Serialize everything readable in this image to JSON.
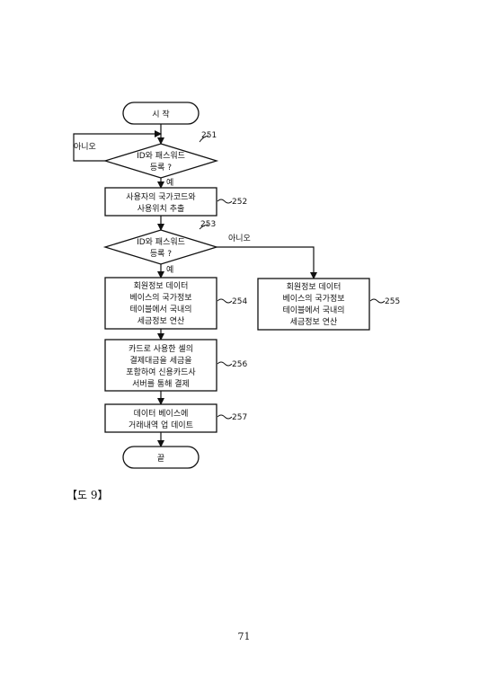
{
  "flowchart": {
    "start": "시 작",
    "end": "끝",
    "decision_251": {
      "lines": [
        "ID와 패스워드",
        "등록 ?"
      ],
      "ref": "251",
      "no_label": "아니오",
      "yes_label": "예"
    },
    "process_252": {
      "lines": [
        "사용자의 국가코드와",
        "사용위치 추출"
      ],
      "ref": "252"
    },
    "decision_253": {
      "lines": [
        "ID와 패스워드",
        "등록 ?"
      ],
      "ref": "253",
      "no_label": "아니오",
      "yes_label": "예"
    },
    "process_254": {
      "lines": [
        "회원정보 데이터",
        "베이스의 국가정보",
        "테이블에서 국내의",
        "세금정보 연산"
      ],
      "ref": "254"
    },
    "process_255": {
      "lines": [
        "회원정보 데이터",
        "베이스의 국가정보",
        "테이블에서 국내의",
        "세금정보 연산"
      ],
      "ref": "255"
    },
    "process_256": {
      "lines": [
        "카드로 사용한 셀의",
        "결제대금을 세금을",
        "포함하여 신용카드사",
        "서버를 통해 결제"
      ],
      "ref": "256"
    },
    "process_257": {
      "lines": [
        "데이터 베이스에",
        "거래내역 업 데이트"
      ],
      "ref": "257"
    }
  },
  "figure_caption": "【도 9】",
  "page_number": "71"
}
